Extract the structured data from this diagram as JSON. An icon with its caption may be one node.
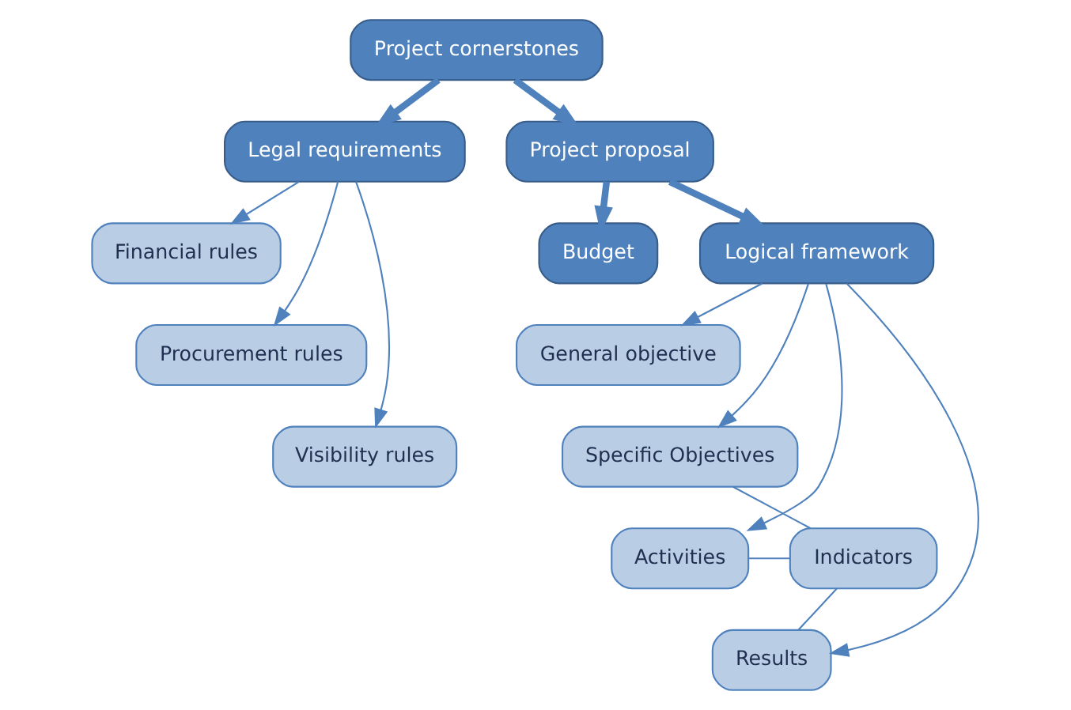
{
  "diagram": {
    "nodes": [
      {
        "text": [
          "Project cornerstones"
        ]
      },
      {
        "text": [
          "Legal requirements"
        ]
      },
      {
        "text": [
          "Project proposal"
        ]
      },
      {
        "text": [
          "Financial rules"
        ]
      },
      {
        "text": [
          "Procurement rules"
        ]
      },
      {
        "text": [
          "Visibility rules"
        ]
      },
      {
        "text": [
          "Budget"
        ]
      },
      {
        "text": [
          "Logical framework"
        ]
      },
      {
        "text": [
          "General objective"
        ]
      },
      {
        "text": [
          "Specific Objectives"
        ]
      },
      {
        "text": [
          "Activities"
        ]
      },
      {
        "text": [
          "Results"
        ]
      },
      {
        "text": [
          "Indicators"
        ]
      }
    ],
    "edges": [
      {
        "from": 0,
        "to": 1,
        "arrow": "to",
        "style": "thick"
      },
      {
        "from": 0,
        "to": 2,
        "arrow": "to",
        "style": "thick"
      },
      {
        "from": 2,
        "to": 6,
        "arrow": "to",
        "style": "thick"
      },
      {
        "from": 2,
        "to": 7,
        "arrow": "to",
        "style": "thick"
      },
      {
        "from": 1,
        "to": 3,
        "arrow": "to"
      },
      {
        "from": 1,
        "to": 4,
        "arrow": "to"
      },
      {
        "from": 1,
        "to": 5,
        "arrow": "to"
      },
      {
        "from": 7,
        "to": 8,
        "arrow": "to"
      },
      {
        "from": 7,
        "to": 9,
        "arrow": "to"
      },
      {
        "from": 7,
        "to": 10,
        "arrow": "to"
      },
      {
        "from": 7,
        "to": 11,
        "arrow": "to"
      },
      {
        "from": 9,
        "to": 12,
        "arrow": "none"
      },
      {
        "from": 10,
        "to": 12,
        "arrow": "none"
      },
      {
        "from": 11,
        "to": 12,
        "arrow": "none"
      }
    ]
  }
}
